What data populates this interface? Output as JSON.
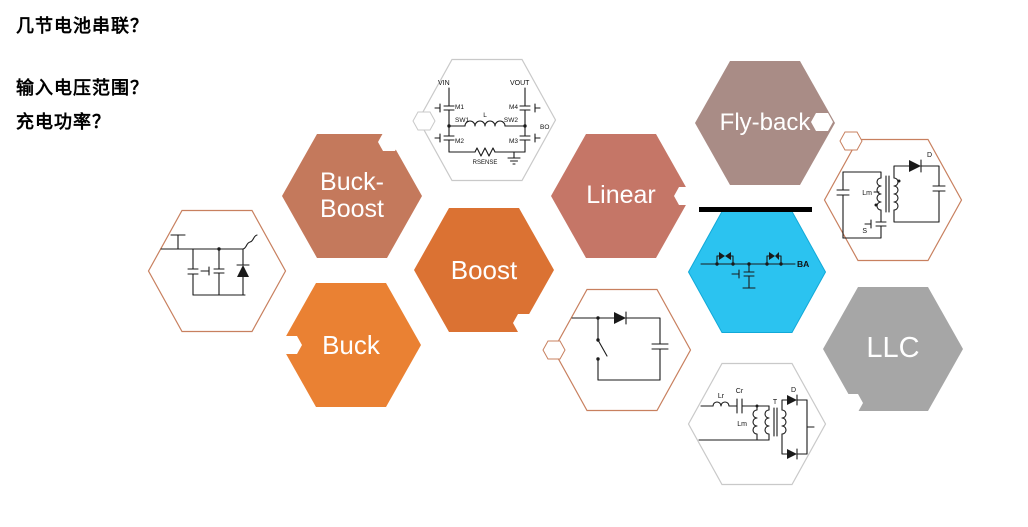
{
  "questions": {
    "q1": "几节电池串联？",
    "q2": "输入电压范围？",
    "q3": "充电功率？"
  },
  "hexagons": {
    "buck_boost": {
      "label_line1": "Buck-",
      "label_line2": "Boost",
      "color": "#C4795C"
    },
    "boost": {
      "label": "Boost",
      "color": "#DB7233"
    },
    "buck": {
      "label": "Buck",
      "color": "#EA8133"
    },
    "linear": {
      "label": "Linear",
      "color": "#C57667"
    },
    "flyback": {
      "label": "Fly-back",
      "color": "#A98C86"
    },
    "llc": {
      "label": "LLC",
      "color": "#A6A6A6"
    },
    "powerpath": {
      "color": "#2BC3F0",
      "battery_label": "BA"
    }
  },
  "circuit_labels": {
    "four_switch": {
      "vin": "VIN",
      "vout": "VOUT",
      "m1": "M1",
      "sw1": "SW1",
      "l": "L",
      "sw2": "SW2",
      "m4": "M4",
      "m2": "M2",
      "m3": "M3",
      "rsense": "RSENSE",
      "bo": "BO"
    },
    "flyback": {
      "lm": "Lm",
      "d": "D",
      "s": "S"
    },
    "llc": {
      "lr": "Lr",
      "cr": "Cr",
      "t": "T",
      "lm": "Lm",
      "d": "D"
    }
  }
}
